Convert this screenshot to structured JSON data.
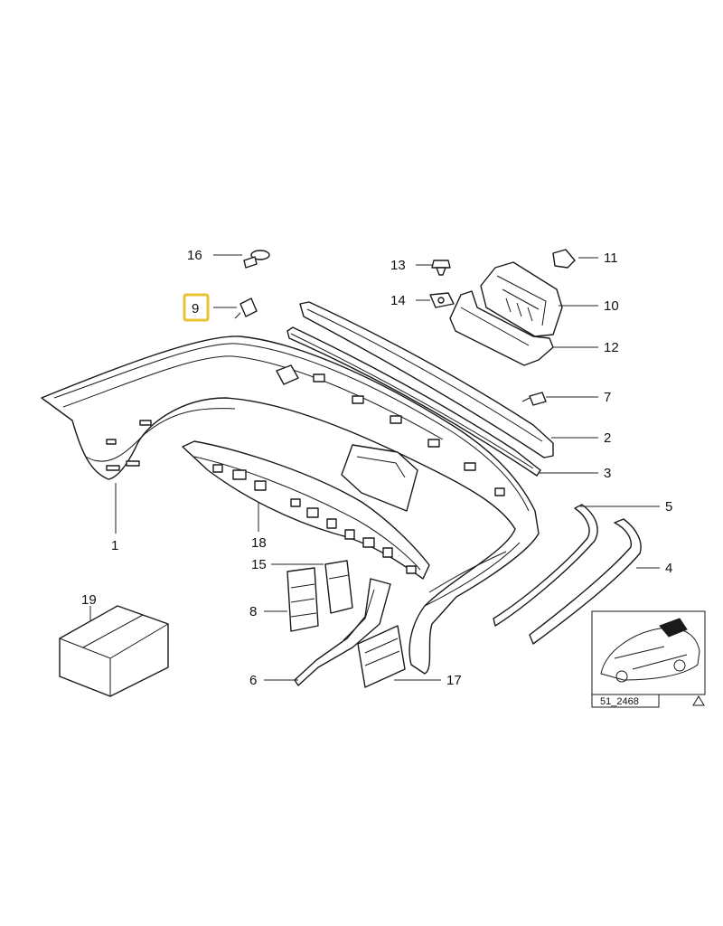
{
  "callouts": [
    {
      "id": "1",
      "text": "1"
    },
    {
      "id": "2",
      "text": "2"
    },
    {
      "id": "3",
      "text": "3"
    },
    {
      "id": "4",
      "text": "4"
    },
    {
      "id": "5",
      "text": "5"
    },
    {
      "id": "6",
      "text": "6"
    },
    {
      "id": "7",
      "text": "7"
    },
    {
      "id": "8",
      "text": "8"
    },
    {
      "id": "9",
      "text": "9",
      "highlighted": true
    },
    {
      "id": "10",
      "text": "10"
    },
    {
      "id": "11",
      "text": "11"
    },
    {
      "id": "12",
      "text": "12"
    },
    {
      "id": "13",
      "text": "13"
    },
    {
      "id": "14",
      "text": "14"
    },
    {
      "id": "15",
      "text": "15"
    },
    {
      "id": "16",
      "text": "16"
    },
    {
      "id": "17",
      "text": "17"
    },
    {
      "id": "18",
      "text": "18"
    },
    {
      "id": "19",
      "text": "19"
    }
  ],
  "inset": {
    "code": "51_2468"
  },
  "colors": {
    "highlight": "#e8c233",
    "line": "#1a1a1a"
  },
  "icons": {
    "warning": "warning-triangle-icon"
  }
}
